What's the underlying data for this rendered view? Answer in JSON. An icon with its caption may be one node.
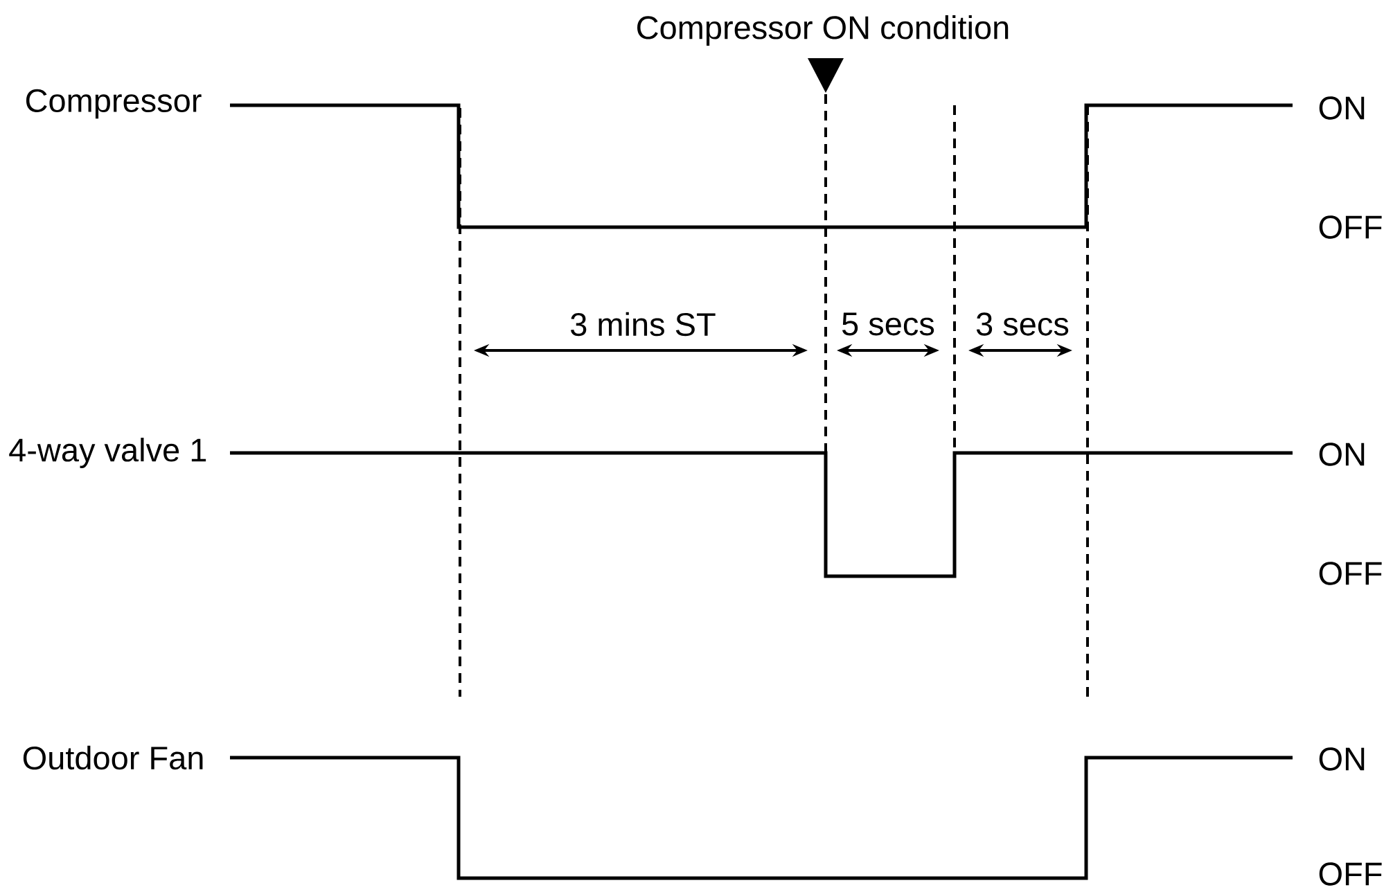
{
  "diagram": {
    "labels": [
      "Compressor ON condition",
      "Compressor",
      "ON",
      "OFF",
      "3 mins ST",
      "5 secs",
      "3 secs",
      "4-way valve 1",
      "ON",
      "OFF",
      "Outdoor Fan",
      "ON",
      "OFF"
    ]
  }
}
